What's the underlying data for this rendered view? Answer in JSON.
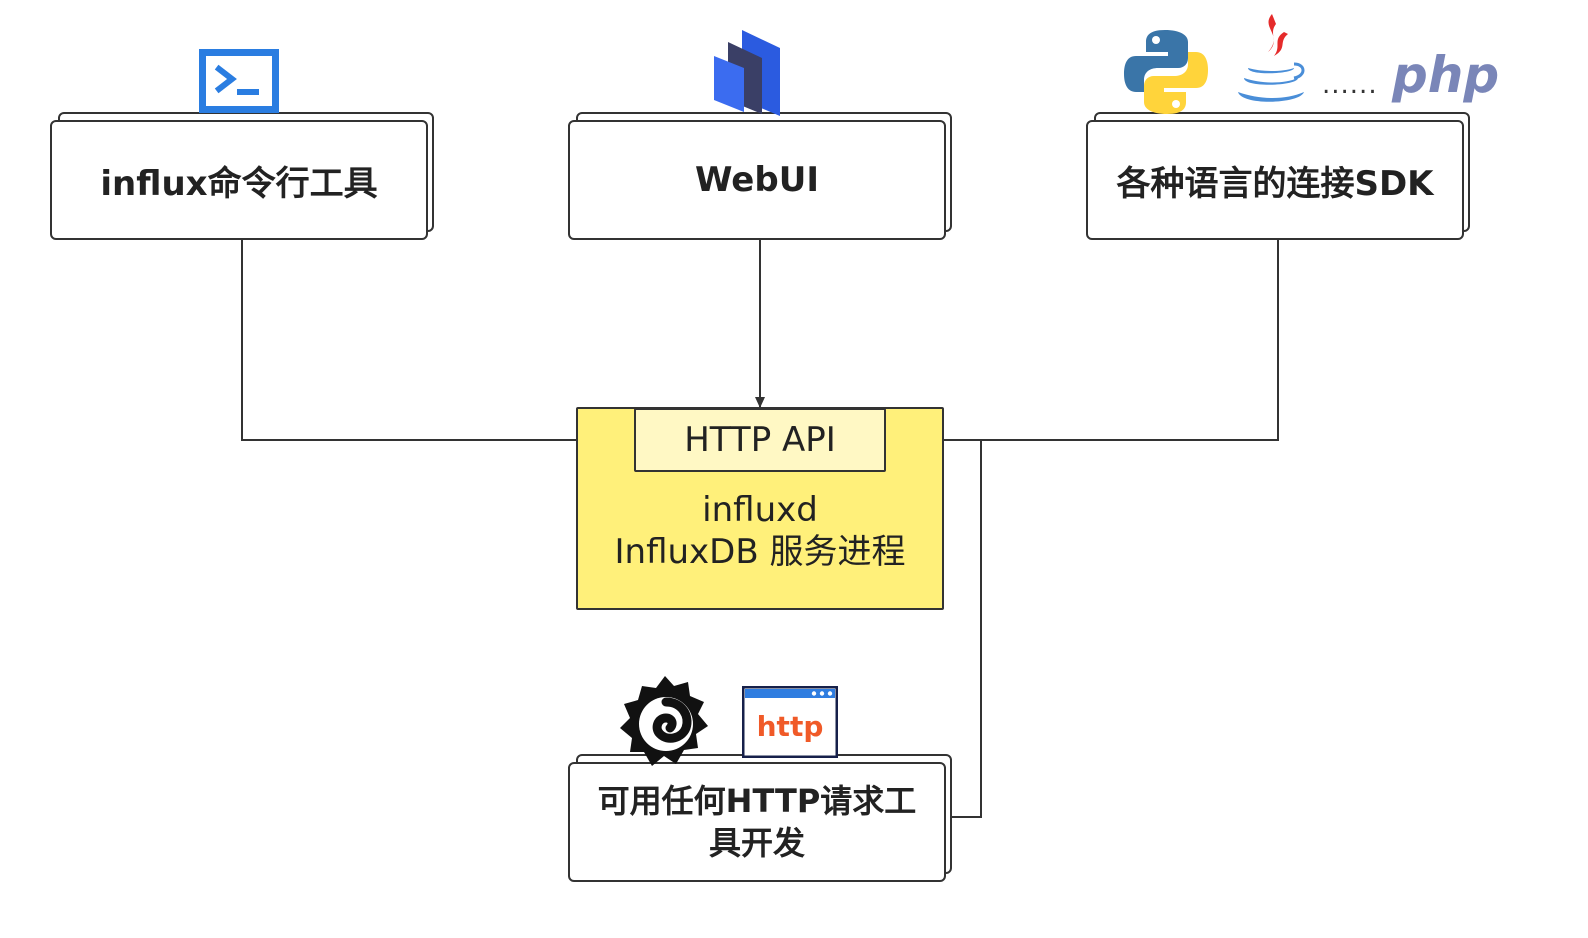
{
  "nodes": {
    "cli": {
      "label": "influx命令行工具",
      "icon": "terminal-icon"
    },
    "webui": {
      "label": "WebUI",
      "icon": "influxdb-logo-icon"
    },
    "sdk": {
      "label": "各种语言的连接SDK",
      "icons": [
        "python-logo-icon",
        "java-logo-icon",
        "php-logo-icon"
      ],
      "ellipsis": "......",
      "php_text": "php"
    },
    "http_tools": {
      "label_line1": "可用任何HTTP请求工",
      "label_line2": "具开发",
      "icons": [
        "grafana-logo-icon",
        "http-browser-icon"
      ],
      "http_text": "http"
    },
    "server": {
      "api_label": "HTTP API",
      "line1": "influxd",
      "line2": "InfluxDB 服务进程"
    }
  },
  "colors": {
    "server_fill": "#fff07a",
    "api_fill": "#fff8c4",
    "terminal_blue": "#2a7de1",
    "influx_blue": "#2b5be0",
    "python_blue": "#3a75a8",
    "python_yellow": "#ffd43b",
    "java_red": "#e52b2b",
    "java_blue": "#4a8ed8",
    "php_purple": "#7a86b8",
    "http_orange": "#f05a28"
  }
}
